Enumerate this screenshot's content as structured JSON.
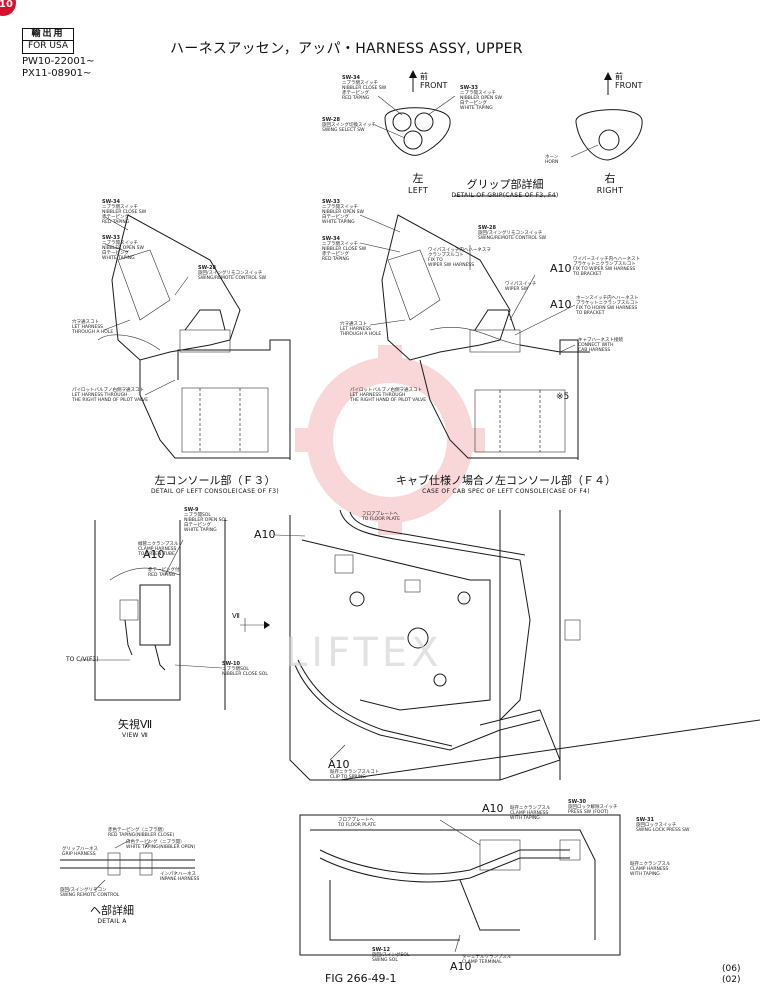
{
  "page_badge": "10",
  "region_box": {
    "jp": "輸出用",
    "en": "FOR USA"
  },
  "serials": [
    "PW10-22001~",
    "PX11-08901~"
  ],
  "title": "ハーネスアッセン，アッパ・HARNESS ASSY, UPPER",
  "grip": {
    "front_label_jp": "前",
    "front_label_en": "FRONT",
    "left_jp": "左",
    "left_en": "LEFT",
    "right_jp": "右",
    "right_en": "RIGHT",
    "detail_jp": "グリップ部詳細",
    "detail_en": "DETAIL OF GRIP(CASE OF F3, F4)",
    "labels_left": [
      {
        "id": "SW-34",
        "lines": [
          "SW-34",
          "ニブラ閉スイッチ",
          "NIBBLER CLOSE SW",
          "赤テーピング",
          "RED TAPING"
        ]
      },
      {
        "id": "SW-33",
        "lines": [
          "SW-33",
          "ニブラ開スイッチ",
          "NIBBLER OPEN SW",
          "白テーピング",
          "WHITE TAPING"
        ]
      },
      {
        "id": "SW-28",
        "lines": [
          "SW-28",
          "旋回スイング切換スイッチ",
          "SWING SELECT SW"
        ]
      }
    ],
    "label_right": [
      "ホーン",
      "HORN"
    ]
  },
  "f3": {
    "caption_jp": "左コンソール部（Ｆ３）",
    "caption_en": "DETAIL OF LEFT CONSOLE(CASE OF F3)",
    "labels": [
      [
        "SW-34",
        "ニブラ閉スイッチ",
        "NIBBLER CLOSE SW",
        "赤テーピング",
        "RED TAPING"
      ],
      [
        "SW-33",
        "ニブラ開スイッチ",
        "NIBBLER OPEN SW",
        "白テーピング",
        "WHITE TAPING"
      ],
      [
        "SW-28",
        "旋回/スイングリモコンスイッチ",
        "SWING/REMOTE CONTROL SW"
      ],
      [
        "穴ヲ通スコト",
        "LET HARNESS",
        "THROUGH A HOLE"
      ],
      [
        "パイロットバルブノ右側ヲ通スコト",
        "LET HARNESS THROUGH",
        "THE RIGHT HAND OF PILOT VALVE"
      ]
    ]
  },
  "f4": {
    "caption_jp": "キャブ仕様ノ場合ノ左コンソール部（Ｆ４）",
    "caption_en": "CASE OF CAB SPEC OF LEFT CONSOLE(CASE OF F4)",
    "labels": [
      [
        "SW-33",
        "ニブラ開スイッチ",
        "NIBBLER OPEN SW",
        "白テーピング",
        "WHITE TAPING"
      ],
      [
        "SW-34",
        "ニブラ閉スイッチ",
        "NIBBLER CLOSE SW",
        "赤テーピング",
        "RED TAPING"
      ],
      [
        "SW-28",
        "旋回/スイングリモコンスイッチ",
        "SWING/REMOTE CONTROL SW"
      ],
      [
        "ワイパスイッチ内ヘハーネスヲ",
        "クランプスルコト",
        "FIX TO",
        "WIPER SW HARNESS"
      ],
      [
        "ワイパスイッチ",
        "WIPER SW"
      ],
      [
        "ワイパースイッチ内ヘハーネスト",
        "ブラケットニクランプスルコト",
        "FIX TO WIPER SW HARNESS",
        "TO BRACKET"
      ],
      [
        "ホーンスイッチ内ヘハーネスト",
        "ブラケットニクランプスルコト",
        "FIX TO HORN SW HARNESS",
        "TO BRACKET"
      ],
      [
        "キャブハーネスト接続",
        "CONNECT WITH",
        "CAB HARNESS"
      ],
      [
        "穴ヲ通スコト",
        "LET HARNESS",
        "THROUGH A HOLE"
      ],
      [
        "パイロットバルブノ右側ヲ通スコト",
        "LET HARNESS THROUGH",
        "THE RIGHT HAND OF PILOT VALVE"
      ]
    ],
    "mark": "※5"
  },
  "view7": {
    "caption_jp": "矢視Ⅶ",
    "caption_en": "VIEW Ⅶ",
    "labels": [
      [
        "SW-9",
        "ニブラ開SOL",
        "NIBBLER OPEN SOL",
        "白テーピング",
        "WHITE TAPING"
      ],
      [
        "緑管ニクランプスル",
        "CLAMP HARNESS",
        "TO GREEN TUBE"
      ],
      [
        "赤テーピング付",
        "RED TAPING"
      ],
      [
        "SW-10",
        "ニブラ閉SOL",
        "NIBBLER CLOSE SOL"
      ]
    ],
    "to_label": "TO C/V(F3)"
  },
  "main_view": {
    "labels": [
      [
        "フロアプレートヘ",
        "TO FLOOR PLATE"
      ],
      [
        "既存ニクランプスルコト",
        "CLIP TO SPRING"
      ]
    ],
    "arrow_label": "Ⅶ"
  },
  "detail_a": {
    "caption_jp": "ヘ部詳細",
    "caption_en": "DETAIL A",
    "labels": [
      [
        "赤色テーピング（ニブラ閉）",
        "RED TAPING(NIBBLER CLOSE)"
      ],
      [
        "白色テーピング（ニブラ開）",
        "WHITE TAPING(NIBBLER OPEN)"
      ],
      [
        "グリップハーネス",
        "GRIP HARNESS"
      ],
      [
        "インパネハーネス",
        "INPANE HARNESS"
      ],
      [
        "旋回/スイングリモコン",
        "SWING REMOTE CONTROL"
      ]
    ]
  },
  "bottom_view": {
    "labels": [
      [
        "フロアプレートヘ",
        "TO FLOOR PLATE"
      ],
      [
        "既存ニクランプスル",
        "CLAMP HARNESS",
        "WITH TAPING"
      ],
      [
        "SW-30",
        "旋回ロック解除スイッチ",
        "PRESS SW (FOOT)"
      ],
      [
        "SW-31",
        "旋回ロックスイッチ",
        "SWING LOCK PRESS SW"
      ],
      [
        "既存ニクランプスル",
        "CLAMP HARNESS",
        "WITH TAPING"
      ],
      [
        "SW-12",
        "旋回/スイングSOL",
        "SWING SOL"
      ],
      [
        "ターミナルクランプスル",
        "CLAMP TERMINAL"
      ]
    ]
  },
  "a10_label": "A10",
  "fig_label": "FIG 266-49-1",
  "revision": [
    "(06)",
    "(02)"
  ],
  "watermark": "LIFTEX"
}
